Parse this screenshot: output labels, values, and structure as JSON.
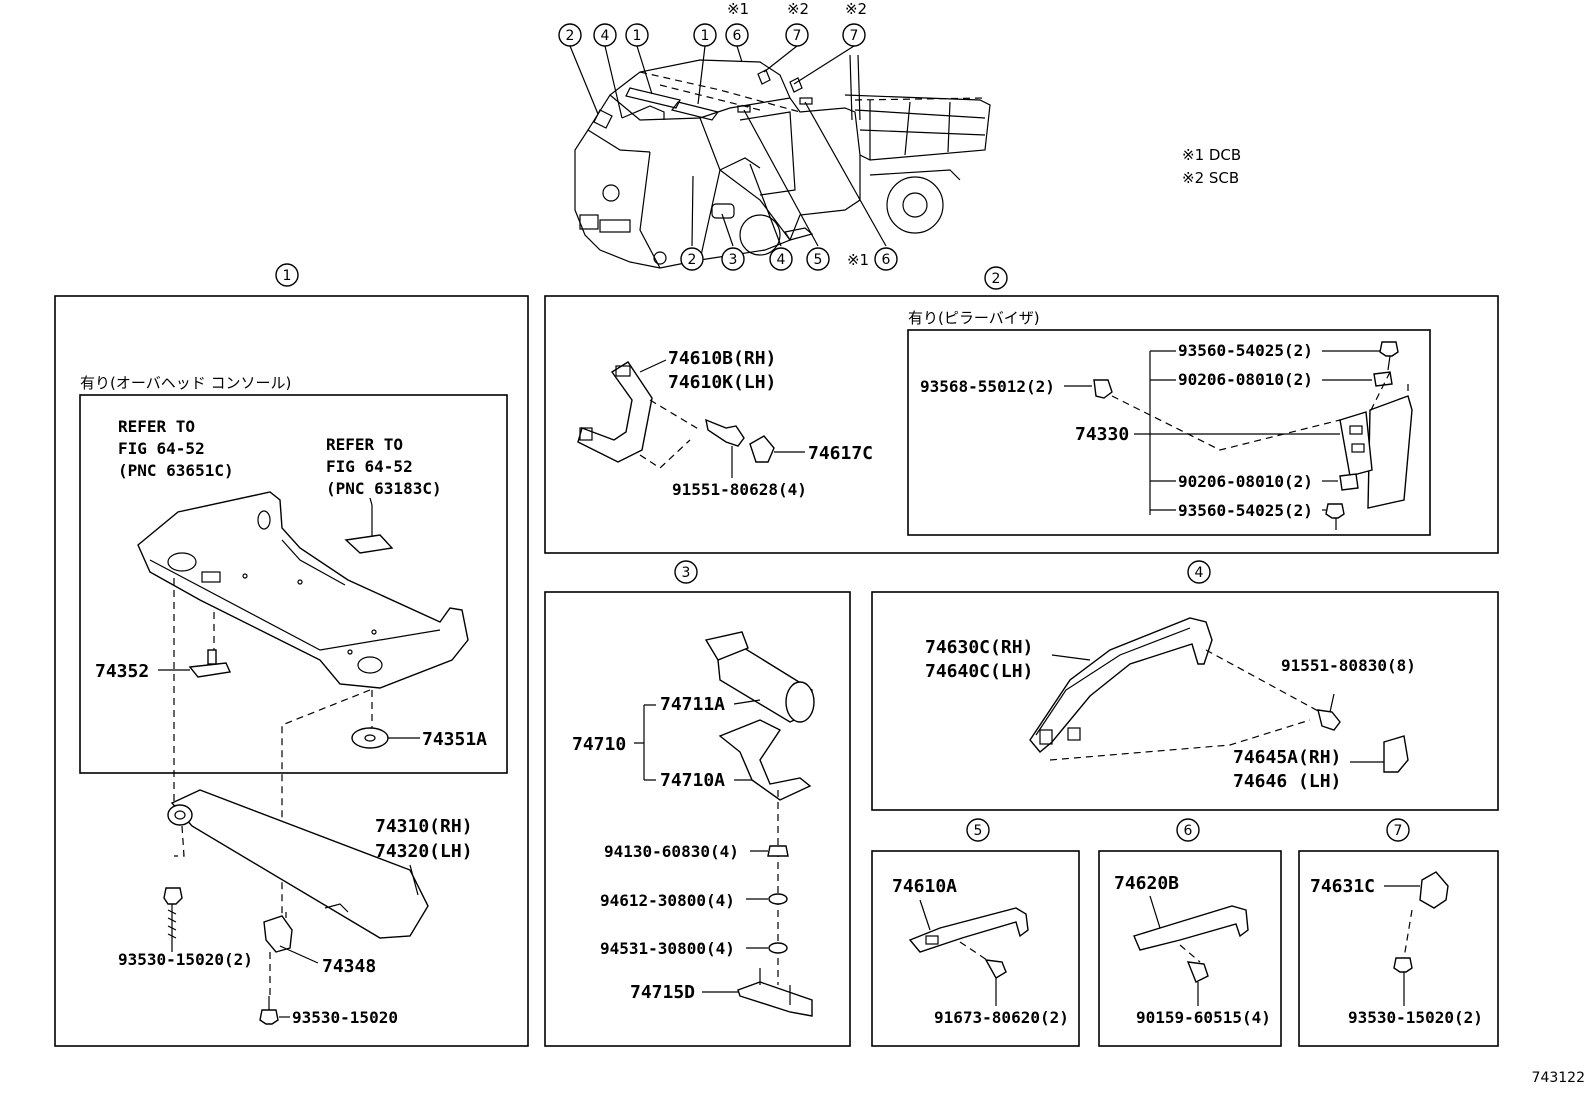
{
  "legend": {
    "note1": "※1 DCB",
    "note2": "※2 SCB"
  },
  "overview": {
    "top_callouts": [
      "2",
      "4",
      "1",
      "1",
      "6",
      "7",
      "7"
    ],
    "top_marks": [
      "※1",
      "※2",
      "※2"
    ],
    "bottom_callouts": [
      "2",
      "3",
      "4",
      "5",
      "6"
    ],
    "bottom_mark": "※1"
  },
  "section1": {
    "index": "1",
    "option_label": "有り(オーバヘッド コンソール)",
    "refer_a": [
      "REFER TO",
      "FIG 64-52",
      "(PNC 63651C)"
    ],
    "refer_b": [
      "REFER TO",
      "FIG 64-52",
      "(PNC 63183C)"
    ],
    "parts": {
      "p74352": "74352",
      "p74351A": "74351A",
      "p74310": "74310(RH)",
      "p74320": "74320(LH)",
      "p74348": "74348",
      "p93530_2": "93530-15020(2)",
      "p93530": "93530-15020"
    }
  },
  "section2": {
    "index": "2",
    "option_label": "有り(ピラーバイザ)",
    "parts": {
      "p74610B": "74610B(RH)",
      "p74610K": "74610K(LH)",
      "p74617C": "74617C",
      "p91551": "91551-80628(4)",
      "p93560a": "93560-54025(2)",
      "p90206a": "90206-08010(2)",
      "p93568": "93568-55012(2)",
      "p74330": "74330",
      "p90206b": "90206-08010(2)",
      "p93560b": "93560-54025(2)"
    }
  },
  "section3": {
    "index": "3",
    "parts": {
      "p74711A": "74711A",
      "p74710": "74710",
      "p74710A": "74710A",
      "p94130": "94130-60830(4)",
      "p94612": "94612-30800(4)",
      "p94531": "94531-30800(4)",
      "p74715D": "74715D"
    }
  },
  "section4": {
    "index": "4",
    "parts": {
      "p74630C": "74630C(RH)",
      "p74640C": "74640C(LH)",
      "p91551": "91551-80830(8)",
      "p74645A": "74645A(RH)",
      "p74646": "74646 (LH)"
    }
  },
  "section5": {
    "index": "5",
    "parts": {
      "p74610A": "74610A",
      "p91673": "91673-80620(2)"
    }
  },
  "section6": {
    "index": "6",
    "parts": {
      "p74620B": "74620B",
      "p90159": "90159-60515(4)"
    }
  },
  "section7": {
    "index": "7",
    "parts": {
      "p74631C": "74631C",
      "p93530": "93530-15020(2)"
    }
  },
  "figure_number": "743122"
}
